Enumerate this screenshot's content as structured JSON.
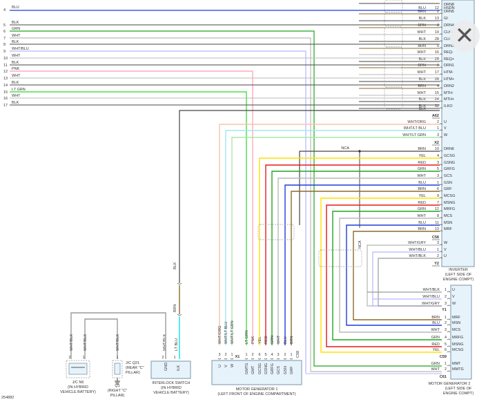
{
  "figure_id": "254882",
  "close_glyph": "✕",
  "colors": {
    "BLU": "#1f3bd6",
    "BLK": "#444444",
    "GRN": "#1ea51e",
    "WHT": "#b9b9b9",
    "WHTBLU": "#b4b4ff",
    "PNK": "#ff9ab4",
    "LTGRN": "#2ad62a",
    "BRN": "#8a6a2a",
    "YEL": "#ffe000",
    "RED": "#e31a1a",
    "WHTORG": "#f7c3a8",
    "WHTLTBLU": "#9ee8f2",
    "WHTLTGRN": "#a8e8a8",
    "WHTGRY": "#b3b3b3",
    "WHTBLK": "#9a9a9a",
    "LTBLU": "#2ae4f2",
    "inverter_fill": "#e6f3fb",
    "box_stroke": "#7a93a8"
  },
  "left_bus": [
    {
      "n": "4",
      "c": "BLU",
      "color": "BLU"
    },
    {
      "n": "5",
      "c": "BLK",
      "color": "BLK"
    },
    {
      "n": "6",
      "c": "GRN",
      "color": "GRN"
    },
    {
      "n": "7",
      "c": "WHT",
      "color": "WHT"
    },
    {
      "n": "8",
      "c": "BLK",
      "color": "BLK"
    },
    {
      "n": "9",
      "c": "WHT/BLU",
      "color": "WHTBLU"
    },
    {
      "n": "10",
      "c": "WHT",
      "color": "WHT"
    },
    {
      "n": "11",
      "c": "BLK",
      "color": "BLK"
    },
    {
      "n": "12",
      "c": "PNK",
      "color": "PNK"
    },
    {
      "n": "13",
      "c": "WHT",
      "color": "WHT"
    },
    {
      "n": "14",
      "c": "BLK",
      "color": "BLK"
    },
    {
      "n": "15",
      "c": "LT GRN",
      "color": "LTGRN"
    },
    {
      "n": "16",
      "c": "WHT",
      "color": "WHT"
    },
    {
      "n": "17",
      "c": "BLK",
      "color": "BLK"
    }
  ],
  "inverter": {
    "name": "INVERTER",
    "loc1": "(LEFT SIDE OF",
    "loc2": "ENGINE COMPT)",
    "top_rows": [
      {
        "c": "BLU",
        "p": "12",
        "s": "HSDN"
      },
      {
        "c": "BRN",
        "p": "2",
        "s": "DRN5"
      },
      {
        "c": "BLK",
        "p": "13",
        "s": "GI"
      },
      {
        "c": "BRN",
        "p": "8",
        "s": "DRN4"
      },
      {
        "c": "WHT",
        "p": "19",
        "s": "CLK+"
      },
      {
        "c": "BLK",
        "p": "28",
        "s": "CLK-"
      },
      {
        "c": "BRN",
        "p": "5",
        "s": "DRN3"
      },
      {
        "c": "WHT",
        "p": "16",
        "s": "REQ-"
      },
      {
        "c": "BLK",
        "p": "25",
        "s": "REQ+"
      },
      {
        "c": "BRN",
        "p": "6",
        "s": "DRN1"
      },
      {
        "c": "WHT",
        "p": "17",
        "s": "HTM-"
      },
      {
        "c": "BLK",
        "p": "26",
        "s": "HTM+"
      },
      {
        "c": "BRN",
        "p": "4",
        "s": "DRN2"
      },
      {
        "c": "WHT",
        "p": "15",
        "s": "MTH-"
      },
      {
        "c": "BLK",
        "p": "24",
        "s": "MTH+"
      },
      {
        "c": "BLK",
        "p": "32",
        "s": "ILKO"
      }
    ],
    "top_partial": {
      "c": "BLK",
      "p": "",
      "s": "DRN8"
    },
    "a62": "A62",
    "uvw1": [
      {
        "c": "WHT/ORG",
        "p": "2",
        "s": "U"
      },
      {
        "c": "WHT/LT BLU",
        "p": "1",
        "s": "V"
      },
      {
        "c": "WHT/LT GRN",
        "p": "3",
        "s": "W"
      }
    ],
    "x2": "X2",
    "mid_rows": [
      {
        "c": "BRN",
        "p": "10",
        "s": "DRN6"
      },
      {
        "c": "YEL",
        "p": "4",
        "s": "GCSG"
      },
      {
        "c": "RED",
        "p": "3",
        "s": "GSNG"
      },
      {
        "c": "GRN",
        "p": "5",
        "s": "GRFG"
      },
      {
        "c": "WHT",
        "p": "3",
        "s": "GCS"
      },
      {
        "c": "BLU",
        "p": "1",
        "s": "GSN"
      },
      {
        "c": "BRN",
        "p": "6",
        "s": "GRF"
      },
      {
        "c": "YEL",
        "p": "9",
        "s": "MCSG"
      },
      {
        "c": "RED",
        "p": "7",
        "s": "MSNG"
      },
      {
        "c": "GRN",
        "p": "12",
        "s": "MRFG"
      },
      {
        "c": "WHT",
        "p": "8",
        "s": "MCS"
      },
      {
        "c": "BLU",
        "p": "11",
        "s": "MSN"
      },
      {
        "c": "BRN",
        "p": "13",
        "s": "MRF"
      }
    ],
    "c58": "C58",
    "uvw2": [
      {
        "c": "WHT/GRY",
        "p": "3",
        "s": "W"
      },
      {
        "c": "WHT/BLU",
        "p": "1",
        "s": "V"
      },
      {
        "c": "WHT/BLK",
        "p": "2",
        "s": "U"
      }
    ],
    "y2": "Y2"
  },
  "nca": "NCA",
  "mg2": {
    "name": "MOTOR GENERATOR 2",
    "loc1": "(LEFT SIDE OF",
    "loc2": "ENGINE COMPT)",
    "uvw": [
      {
        "c": "WHT/BLK",
        "p": "1",
        "s": "U"
      },
      {
        "c": "WHT/BLU",
        "p": "2",
        "s": "V"
      },
      {
        "c": "WHT/GRY",
        "p": "3",
        "s": "W"
      }
    ],
    "y1": "Y1",
    "rows": [
      {
        "c": "BRN",
        "p": "1",
        "s": "MRF"
      },
      {
        "c": "BLU",
        "p": "2",
        "s": "MSN"
      },
      {
        "c": "WHT",
        "p": "3",
        "s": "MCS"
      },
      {
        "c": "GRN",
        "p": "4",
        "s": "MRFG"
      },
      {
        "c": "RED",
        "p": "5",
        "s": "MSNG"
      },
      {
        "c": "YEL",
        "p": "6",
        "s": "MCSG"
      }
    ],
    "c59": "C59",
    "rows2": [
      {
        "c": "GRN",
        "p": "1",
        "s": "MMT"
      },
      {
        "c": "WHT",
        "p": "2",
        "s": "MMTG"
      }
    ],
    "c61": "C61"
  },
  "mg1": {
    "name": "MOTOR GENERATOR 1",
    "loc": "(LEFT FRONT OF ENGINE COMPARTMENT)",
    "uvw": [
      {
        "c": "WHT/ORG",
        "p": "3",
        "s": "U"
      },
      {
        "c": "WHT/LT BLU",
        "p": "2",
        "s": "V"
      },
      {
        "c": "WHT/LT GRN",
        "p": "1",
        "s": "W"
      }
    ],
    "x1": "X1",
    "pins": [
      {
        "c": "LT GRN",
        "p": "1",
        "s": "GMTG"
      },
      {
        "c": "PNK",
        "p": "2",
        "s": "GMT"
      },
      {
        "c": "YEL",
        "p": "6",
        "s": "GCSG"
      },
      {
        "c": "RED",
        "p": "5",
        "s": "GSNG"
      },
      {
        "c": "GRN",
        "p": "4",
        "s": "GRFG"
      },
      {
        "c": "WHT",
        "p": "3",
        "s": "GCS"
      },
      {
        "c": "BLU",
        "p": "2",
        "s": "GSN"
      },
      {
        "c": "BRN",
        "p": "1",
        "s": "GRF"
      }
    ],
    "c58": "C58"
  },
  "jcn6": {
    "name": "J/C N6",
    "sub1": "(IN HYBRID",
    "sub2": "VEHICLE BATTERY)",
    "w1": "WHT/BLK",
    "w2": "WHT/BLK",
    "p1": "2",
    "p2": "1"
  },
  "jcq21": {
    "name": "J/C Q21",
    "sub1": "(REAR \"C\"",
    "sub2": "PILLAR)",
    "w": "WHT/BLK",
    "p": "1"
  },
  "q1": {
    "name": "Q1",
    "sub1": "(RIGHT \"C\"",
    "sub2": "PILLAR)"
  },
  "interlock": {
    "name": "INTERLOCK SWITCH",
    "sub1": "(IN HYBRID",
    "sub2": "VEHICLE BATTERY)",
    "w1": "WHT/BLK",
    "w2": "LT BLU",
    "p1": "2",
    "p2": "1",
    "pin1": "GND",
    "pin2": "ILK"
  },
  "ilk_wires": {
    "top": "BLK",
    "mid": "BRN"
  }
}
